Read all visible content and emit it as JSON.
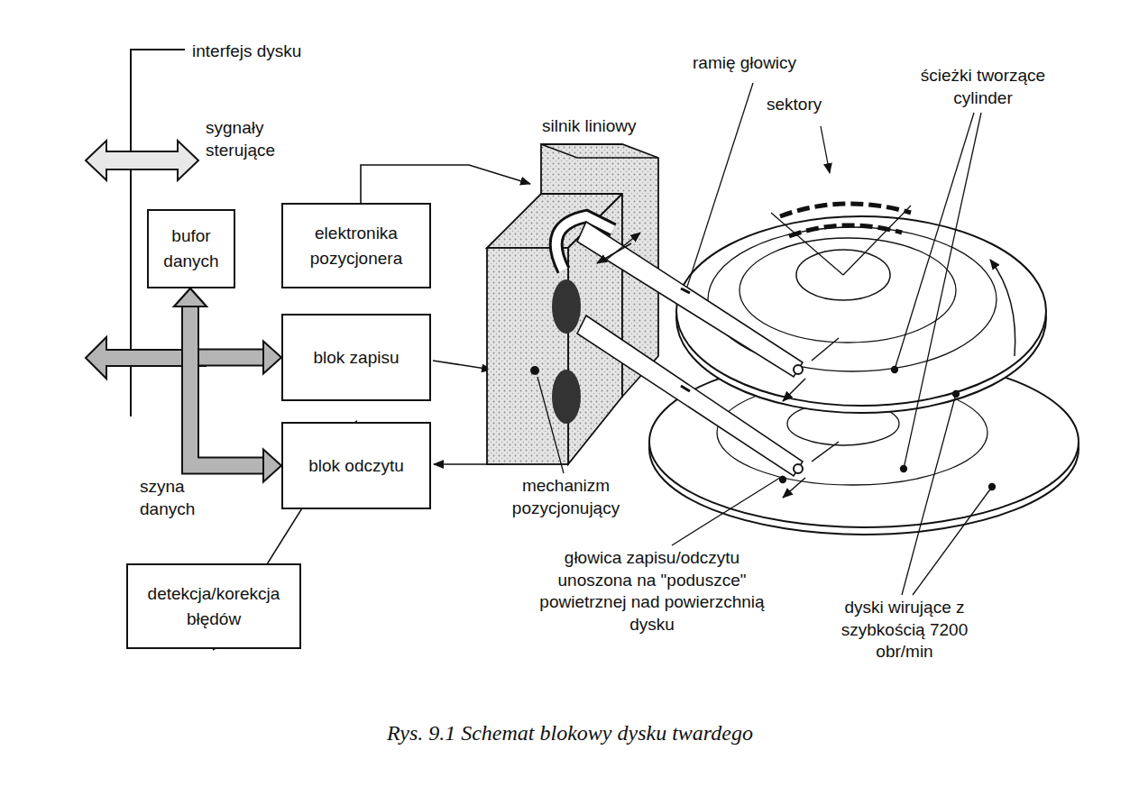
{
  "diagram": {
    "caption": "Rys. 9.1 Schemat blokowy dysku twardego",
    "nodes": [
      {
        "text": [
          "bufor danych"
        ]
      },
      {
        "text": [
          "elektronika pozycjonera"
        ]
      },
      {
        "text": [
          "blok zapisu"
        ]
      },
      {
        "text": [
          "blok odczytu"
        ]
      },
      {
        "text": [
          "detekcja/korekcja błędów"
        ]
      }
    ],
    "edges": [
      {
        "from": 0,
        "to": 2,
        "arrow": "both"
      },
      {
        "from": 0,
        "to": 3,
        "arrow": "both"
      },
      {
        "from": 4,
        "to": 3,
        "arrow": "both"
      }
    ],
    "labels": [
      "interfejs dysku",
      "sygnały sterujące",
      "szyna danych",
      "silnik liniowy",
      "ramię głowicy",
      "sektory",
      "ścieżki tworzące cylinder",
      "mechanizm pozycjonujący",
      "głowica zapisu/odczytu unoszona na \"poduszce\" powietrznej nad powierzchnią dysku",
      "dyski wirujące z szybkością 7200 obr/min"
    ]
  }
}
